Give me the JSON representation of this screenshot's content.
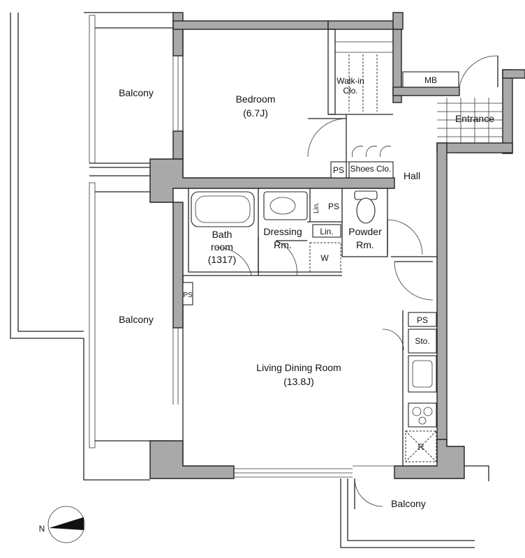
{
  "rooms": {
    "balcony_top_left": "Balcony",
    "bedroom_name": "Bedroom",
    "bedroom_size": "(6.7J)",
    "walkin_line1": "Walk-in",
    "walkin_line2": "Clo.",
    "mb": "MB",
    "entrance": "Entrance",
    "ps_bedroom": "PS",
    "shoes_clo": "Shoes Clo.",
    "hall": "Hall",
    "lin_vertical": "Lin.",
    "ps_dressing": "PS",
    "bath_line1": "Bath",
    "bath_line2": "room",
    "bath_size": "(1317)",
    "dressing_line1": "Dressing",
    "dressing_line2": "Rm.",
    "lin_horizontal": "Lin.",
    "washer": "W",
    "powder_line1": "Powder",
    "powder_line2": "Rm.",
    "ps_balcony": "PS",
    "balcony_left": "Balcony",
    "ps_kitchen": "PS",
    "storage": "Sto.",
    "living_name": "Living Dining Room",
    "living_size": "(13.8J)",
    "fridge": "R",
    "balcony_bottom": "Balcony",
    "compass_n": "N"
  }
}
